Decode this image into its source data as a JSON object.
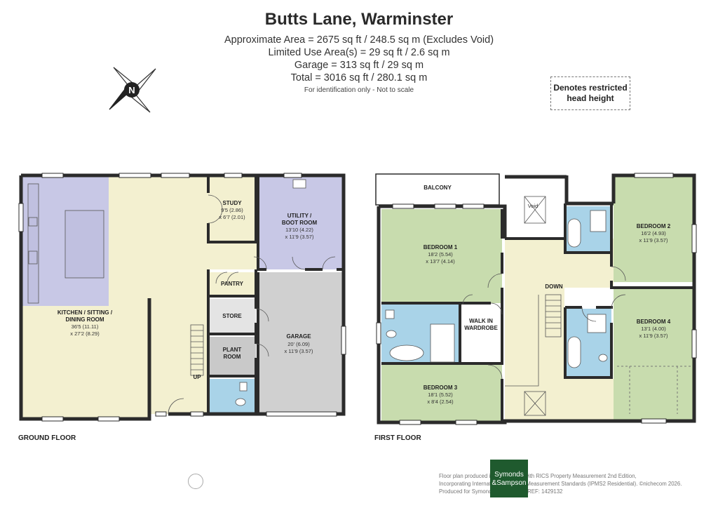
{
  "header": {
    "title": "Butts Lane, Warminster",
    "areas": [
      "Approximate Area = 2675 sq ft / 248.5 sq m (Excludes Void)",
      "Limited Use Area(s) = 29 sq ft / 2.6 sq m",
      "Garage = 313 sq ft / 29 sq m",
      "Total = 3016 sq ft / 280.1 sq m"
    ],
    "note": "For identification only - Not to scale"
  },
  "compass": {
    "letter": "N"
  },
  "legend": {
    "line1": "Denotes restricted",
    "line2": "head height"
  },
  "ground_floor": {
    "label": "GROUND FLOOR",
    "rooms": {
      "kitchen": {
        "name1": "KITCHEN / SITTING /",
        "name2": "DINING ROOM",
        "dim1": "36'5 (11.11)",
        "dim2": "x 27'2 (8.29)"
      },
      "study": {
        "name": "STUDY",
        "dim1": "9'5 (2.86)",
        "dim2": "x 6'7 (2.01)"
      },
      "utility": {
        "name1": "UTILITY /",
        "name2": "BOOT ROOM",
        "dim1": "13'10 (4.22)",
        "dim2": "x 11'9 (3.57)"
      },
      "pantry": {
        "name": "PANTRY"
      },
      "store": {
        "name": "STORE"
      },
      "plant": {
        "name1": "PLANT",
        "name2": "ROOM"
      },
      "garage": {
        "name": "GARAGE",
        "dim1": "20' (6.09)",
        "dim2": "x 11'9 (3.57)"
      },
      "up": "UP"
    }
  },
  "first_floor": {
    "label": "FIRST FLOOR",
    "rooms": {
      "balcony": {
        "name": "BALCONY"
      },
      "void": {
        "name": "Void"
      },
      "bedroom1": {
        "name": "BEDROOM 1",
        "dim1": "18'2 (5.54)",
        "dim2": "x 13'7 (4.14)"
      },
      "bedroom2": {
        "name": "BEDROOM 2",
        "dim1": "16'2 (4.93)",
        "dim2": "x 11'9 (3.57)"
      },
      "bedroom3": {
        "name": "BEDROOM 3",
        "dim1": "18'1 (5.52)",
        "dim2": "x 8'4 (2.54)"
      },
      "bedroom4": {
        "name": "BEDROOM 4",
        "dim1": "13'1 (4.00)",
        "dim2": "x 11'9 (3.57)"
      },
      "wardrobe": {
        "name1": "WALK IN",
        "name2": "WARDROBE"
      },
      "down": "DOWN"
    }
  },
  "footer": {
    "line1": "Floor plan produced in accordance with RICS Property Measurement 2nd Edition,",
    "line2": "Incorporating International Property Measurement Standards (IPMS2 Residential). ©nichecom 2026.",
    "line3": "Produced for Symonds & Sampson.   REF: 1429132",
    "logo_line1": "Symonds",
    "logo_line2": "&Sampson"
  },
  "colors": {
    "kitchen_blue": "#c8c8e6",
    "hall_cream": "#f3f0d0",
    "bedroom_green": "#c8dcae",
    "bath_blue": "#a9d3e8",
    "garage_grey": "#d0d0d0",
    "store_grey": "#e4e4e4",
    "plant_grey": "#c9c9c9",
    "wall": "#2b2b2b"
  }
}
